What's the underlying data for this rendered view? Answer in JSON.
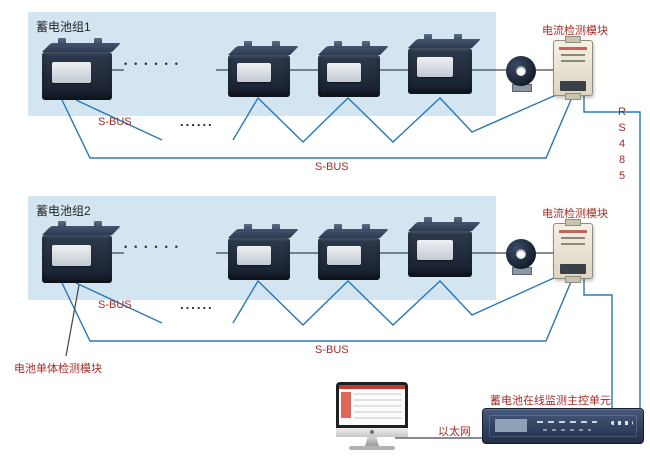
{
  "labels": {
    "group1_title": "蓄电池组1",
    "group2_title": "蓄电池组2",
    "current_module": "电流检测模块",
    "sbus": "S-BUS",
    "battery_dots": "••••••",
    "bus_dots": "......",
    "rs485": "RS485",
    "cell_module": "电池单体检测模块",
    "ethernet": "以太网",
    "main_unit": "蓄电池在线监测主控单元"
  },
  "colors": {
    "group_background": "#d2e5f0",
    "wire_blue": "#2878b8",
    "label_red": "#a42c26",
    "battery_body": "#1b2433",
    "module_body": "#efe8d8",
    "main_unit_body": "#2c3d5c"
  }
}
